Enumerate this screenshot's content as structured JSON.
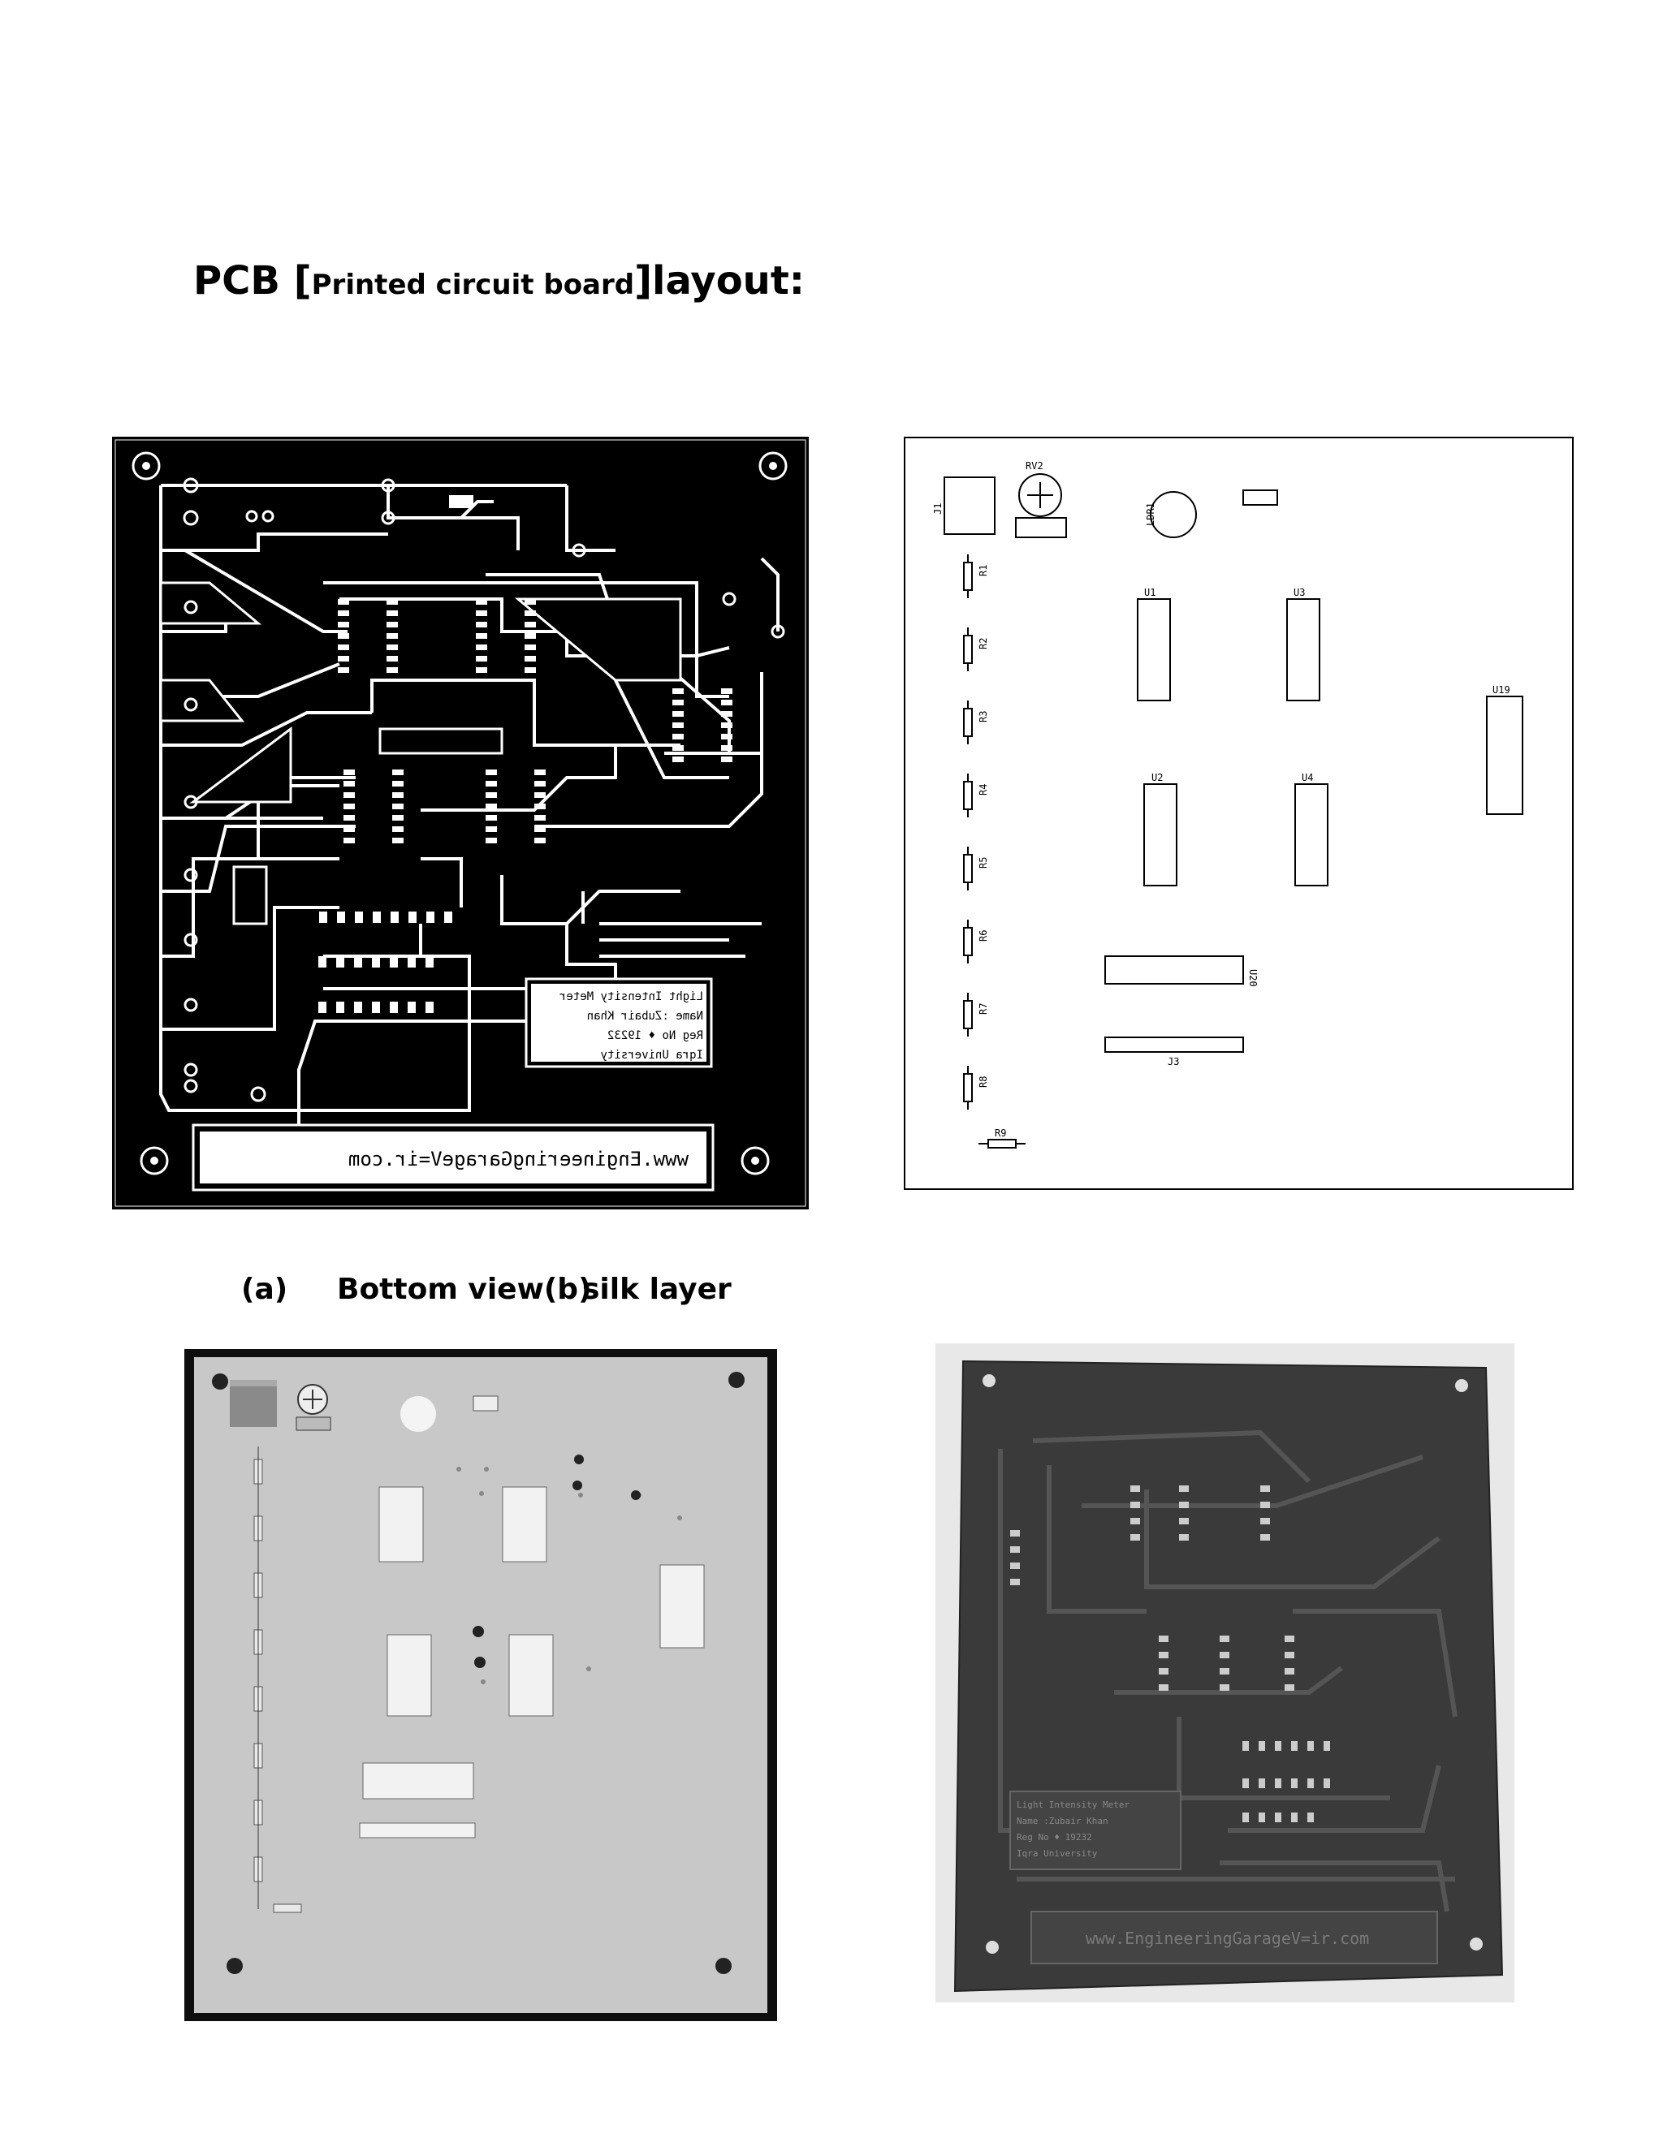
{
  "heading": {
    "part1": "PCB [",
    "part2": "Printed circuit board",
    "part3": "]layout:"
  },
  "captions": {
    "a": "(a)",
    "bottom_view": "Bottom view(b)",
    "silk": "silk layer"
  },
  "board_text": {
    "title_line": "Light Intensity Meter",
    "name_line": "Name :Zubair Khan",
    "reg_line": "Reg No ♦ 19232",
    "univ_line": "Iqra University",
    "website_mirrored": "www.EngineeringGarageV=ir.com",
    "website_3d": "www.EngineeringGarageV=ir.com"
  },
  "silk_labels": {
    "rv2": "RV2",
    "j1": "J1",
    "ldr1": "LDR1",
    "u1": "U1",
    "u2": "U2",
    "u3": "U3",
    "u4": "U4",
    "u19": "U19",
    "u20": "U20",
    "j3": "J3",
    "r1": "R1",
    "r2": "R2",
    "r3": "R3",
    "r4": "R4",
    "r5": "R5",
    "r6": "R6",
    "r7": "R7",
    "r8": "R8",
    "r9": "R9"
  },
  "colors": {
    "copper_bg": "#000000",
    "trace": "#ffffff",
    "silk_board": "#c8c8c8",
    "board_3d": "#3a3a3a"
  }
}
